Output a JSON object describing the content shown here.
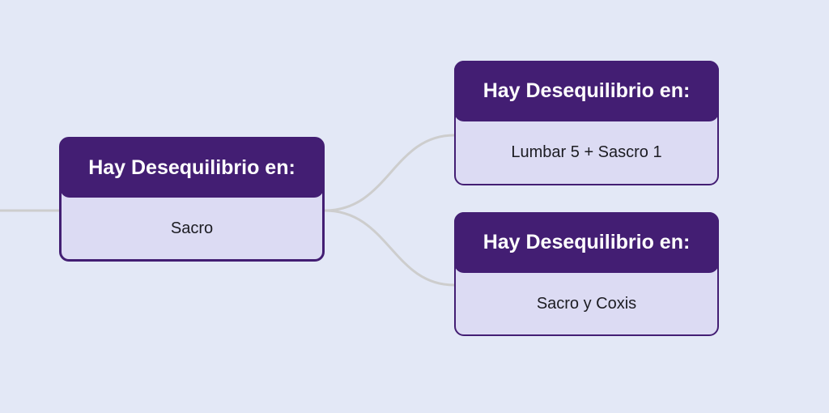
{
  "colors": {
    "background": "#e3e8f6",
    "node_header": "#431e73",
    "node_body": "#dcdbf3",
    "connector": "#cdcdcd"
  },
  "mindmap": {
    "root": {
      "header": "Hay Desequilibrio en:",
      "body": "Sacro"
    },
    "children": [
      {
        "header": "Hay Desequilibrio en:",
        "body": "Lumbar 5 + Sascro 1"
      },
      {
        "header": "Hay Desequilibrio en:",
        "body": "Sacro y Coxis"
      }
    ]
  }
}
